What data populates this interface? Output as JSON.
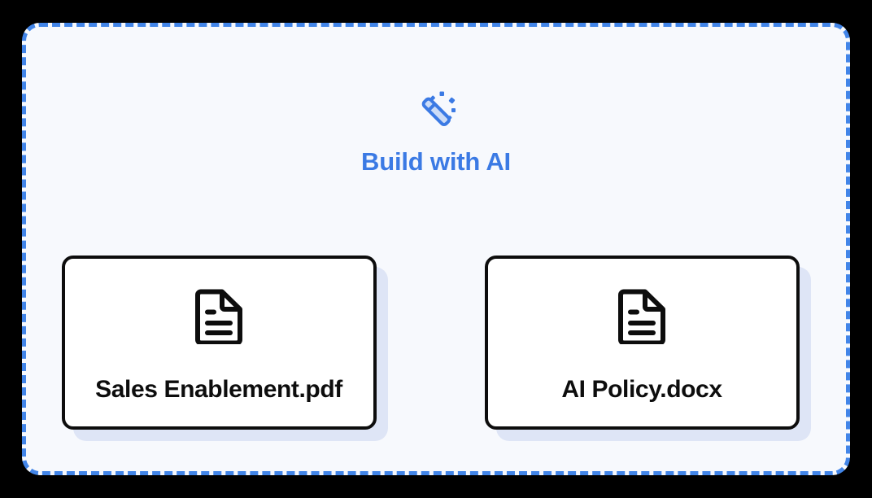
{
  "panel": {
    "name": "build-with-ai-dropzone",
    "border_color": "#4285e8",
    "background_color": "#f7f9fd"
  },
  "header": {
    "icon": "magic-wand-icon",
    "title": "Build with AI",
    "title_color": "#3b7ae4"
  },
  "cards": [
    {
      "icon": "document-icon",
      "name": "Sales Enablement.pdf"
    },
    {
      "icon": "document-icon",
      "name": "AI Policy.docx"
    }
  ],
  "colors": {
    "accent_blue": "#3b7ae4",
    "dash_blue": "#4285e8",
    "card_border": "#0d0d0d",
    "card_shadow": "#dee5f6",
    "card_background": "#ffffff",
    "panel_background": "#f7f9fd",
    "page_background": "#000000"
  }
}
